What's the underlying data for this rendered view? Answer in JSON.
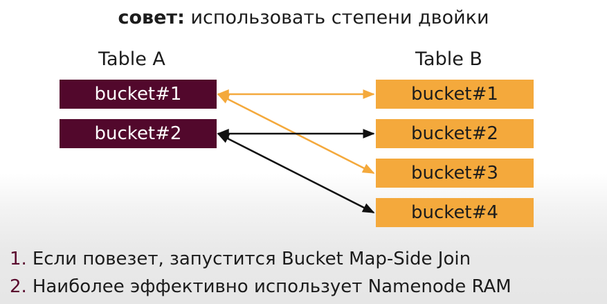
{
  "title": {
    "keyword": "совет:",
    "text": "использовать степени двойки"
  },
  "table_a": {
    "header": "Table A",
    "buckets": [
      "bucket#1",
      "bucket#2"
    ]
  },
  "table_b": {
    "header": "Table B",
    "buckets": [
      "bucket#1",
      "bucket#2",
      "bucket#3",
      "bucket#4"
    ]
  },
  "arrows": [
    {
      "from": "table_a.bucket#1",
      "to": "table_b.bucket#1",
      "color": "#f4a93c"
    },
    {
      "from": "table_a.bucket#1",
      "to": "table_b.bucket#3",
      "color": "#f4a93c"
    },
    {
      "from": "table_a.bucket#2",
      "to": "table_b.bucket#2",
      "color": "#111111"
    },
    {
      "from": "table_a.bucket#2",
      "to": "table_b.bucket#4",
      "color": "#111111"
    }
  ],
  "colors": {
    "table_a_fill": "#52082c",
    "table_b_fill": "#f4a93c"
  },
  "notes": [
    {
      "num": "1.",
      "text": "Если повезет, запустится Bucket Map-Side Join"
    },
    {
      "num": "2.",
      "text": "Наиболее эффективно использует Namenode RAM"
    }
  ]
}
